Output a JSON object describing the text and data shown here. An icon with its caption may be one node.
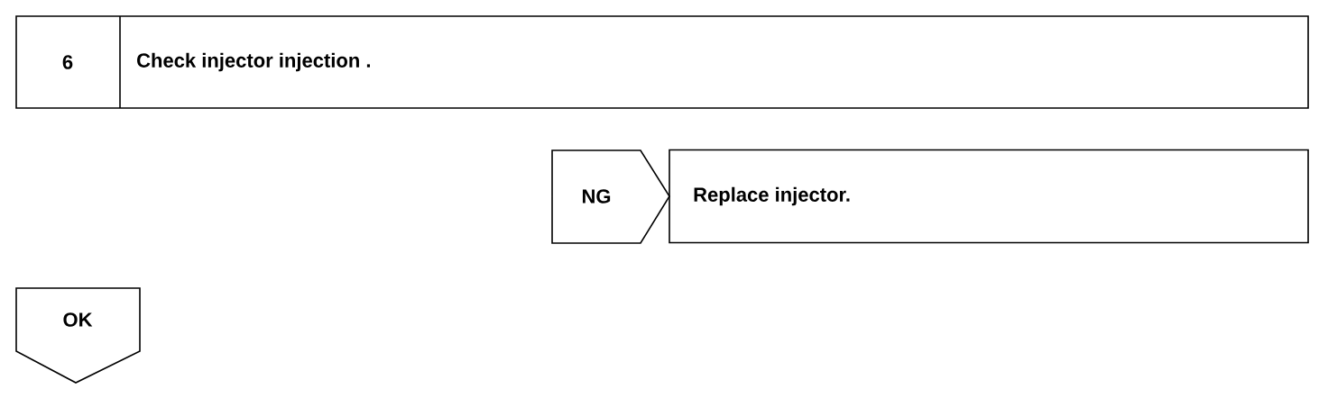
{
  "diagram": {
    "nodes": [
      {
        "text": [
          "6",
          "Check injector injection ."
        ]
      },
      {
        "text": [
          "NG"
        ]
      },
      {
        "text": [
          "Replace injector."
        ]
      },
      {
        "text": [
          "OK"
        ]
      }
    ]
  }
}
